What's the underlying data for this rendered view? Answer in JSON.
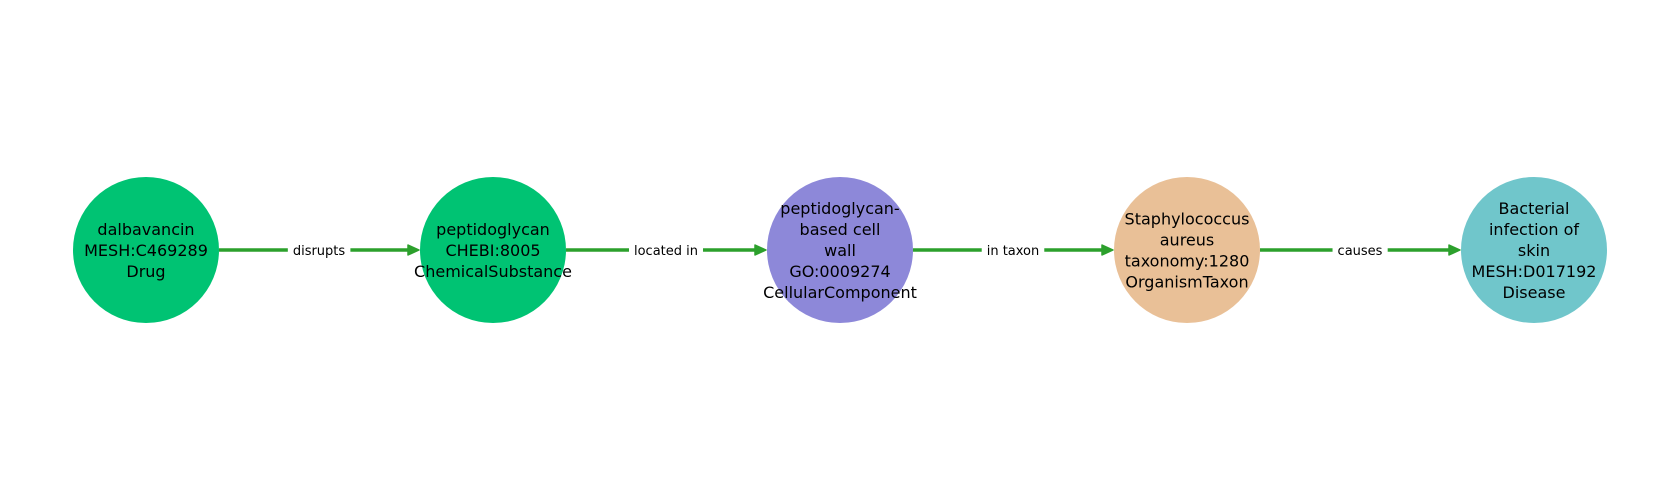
{
  "graph": {
    "edge_color": "#2ca02c",
    "nodes": [
      {
        "lines": [
          "dalbavancin",
          "MESH:C469289",
          "Drug"
        ],
        "color": "#00c373"
      },
      {
        "lines": [
          "peptidoglycan",
          "CHEBI:8005",
          "ChemicalSubstance"
        ],
        "color": "#00c373"
      },
      {
        "lines": [
          "peptidoglycan-",
          "based cell",
          "wall",
          "GO:0009274",
          "CellularComponent"
        ],
        "color": "#8d88d9"
      },
      {
        "lines": [
          "Staphylococcus",
          "aureus",
          "taxonomy:1280",
          "OrganismTaxon"
        ],
        "color": "#e9c097"
      },
      {
        "lines": [
          "Bacterial",
          "infection of",
          "skin",
          "MESH:D017192",
          "Disease"
        ],
        "color": "#70c6cb"
      }
    ],
    "edges": [
      {
        "from": 0,
        "to": 1,
        "label": "disrupts"
      },
      {
        "from": 1,
        "to": 2,
        "label": "located in"
      },
      {
        "from": 2,
        "to": 3,
        "label": "in taxon"
      },
      {
        "from": 3,
        "to": 4,
        "label": "causes"
      }
    ]
  }
}
